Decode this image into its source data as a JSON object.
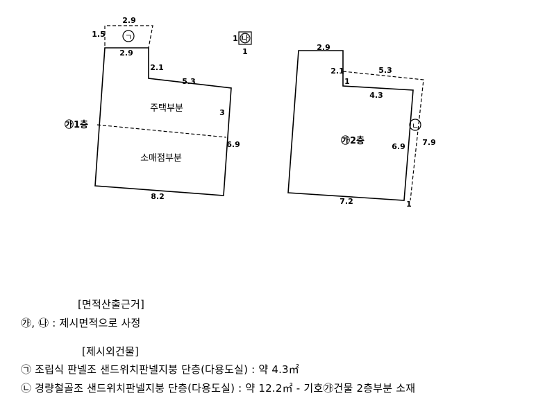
{
  "drawing": {
    "first_floor": {
      "label": "㉮1층",
      "residential_part": "주택부분",
      "retail_part": "소매점부분",
      "dims": {
        "top_annex": "2.9",
        "annex_side": "1.5",
        "top_main": "2.9",
        "step": "2.1",
        "upper_right": "5.3",
        "right_upper": "3",
        "right_lower": "6.9",
        "bottom": "8.2"
      }
    },
    "annex_a": {
      "symbol": "ㄱ"
    },
    "annex_b": {
      "symbol": "㉯",
      "side": "1",
      "bottom": "1"
    },
    "second_floor": {
      "label": "㉮2층",
      "dims": {
        "top": "2.9",
        "step": "2.1",
        "upper_right": "5.3",
        "inner_step": "1",
        "inner_top": "4.3",
        "right_inner": "6.9",
        "right_outer": "7.9",
        "bottom": "7.2",
        "corner": "1"
      },
      "annex_symbol": "ㄴ"
    }
  },
  "notes": {
    "basis_heading": "[면적산출근거]",
    "basis_line": "㉮, ㉯ : 제시면적으로 사정",
    "excluded_heading": "[제시외건물]",
    "item_a": "㉠ 조립식 판넬조 샌드위치판넬지붕 단층(다용도실) : 약 4.3㎡",
    "item_b": "㉡ 경량철골조 샌드위치판넬지붕 단층(다용도실) : 약 12.2㎡ - 기호㉮건물 2층부분 소재"
  }
}
